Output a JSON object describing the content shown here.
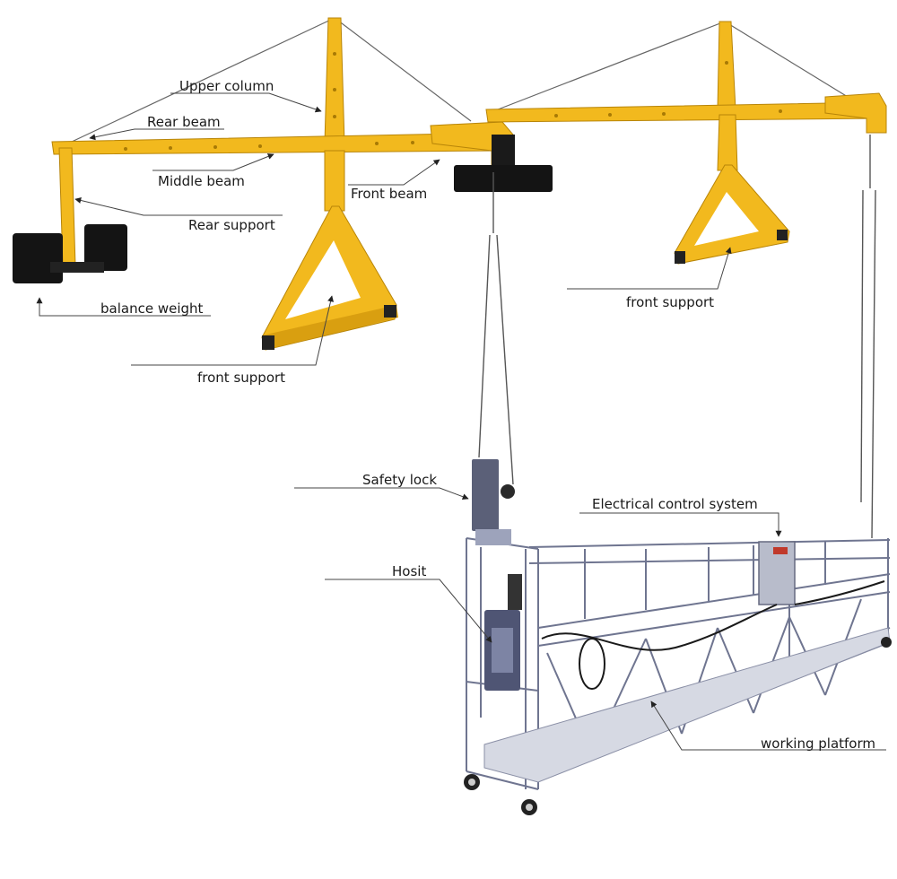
{
  "diagram": {
    "labels": {
      "upper_column": "Upper column",
      "rear_beam": "Rear beam",
      "middle_beam": "Middle beam",
      "front_beam": "Front beam",
      "rear_support": "Rear support",
      "balance_weight": "balance weight",
      "front_support_left": "front support",
      "front_support_right": "front support",
      "safety_lock": "Safety lock",
      "electrical_control_system": "Electrical control system",
      "hosit": "Hosit",
      "working_platform": "working platform"
    },
    "colors": {
      "frame_yellow": "#f2b91e",
      "frame_shadow": "#c98f0b",
      "weight_black": "#141414",
      "platform_metal": "#a9aec4",
      "platform_dark": "#6f7590",
      "wire": "#555555",
      "leader_line": "#444444"
    }
  }
}
